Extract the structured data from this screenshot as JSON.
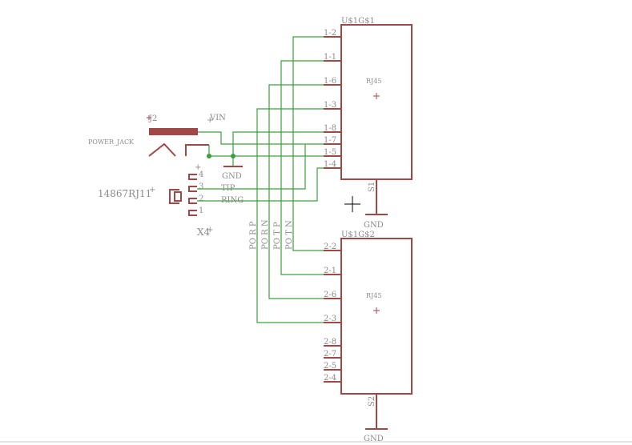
{
  "parts": {
    "u1_name": "U$1G$1",
    "u1_value": "RJ45",
    "u1_shield_pin": "S1",
    "u1_pins": [
      "1-2",
      "1-1",
      "1-6",
      "1-3",
      "1-8",
      "1-7",
      "1-5",
      "1-4"
    ],
    "u2_name": "U$1G$2",
    "u2_value": "RJ45",
    "u2_shield_pin": "S2",
    "u2_pins": [
      "2-2",
      "2-1",
      "2-6",
      "2-3",
      "2-8",
      "2-7",
      "2-5",
      "2-4"
    ],
    "j2_name": "J2",
    "j2_value": "POWER_JACK",
    "x4_name": "X4",
    "x4_value": "14867RJ11",
    "x4_pins": [
      "4",
      "3",
      "2",
      "1"
    ]
  },
  "nets": {
    "vin": "VIN",
    "gnd1": "GND",
    "gnd2": "GND",
    "gnd3": "GND",
    "tip": "TIP",
    "ring": "RING",
    "po_r_p": "PO R P",
    "po_r_n": "PO R N",
    "po_t_p": "PO T P",
    "po_t_n": "PO T N"
  },
  "colors": {
    "part": "#a04848",
    "net": "#3aa03a",
    "label": "#8c8c8c"
  }
}
